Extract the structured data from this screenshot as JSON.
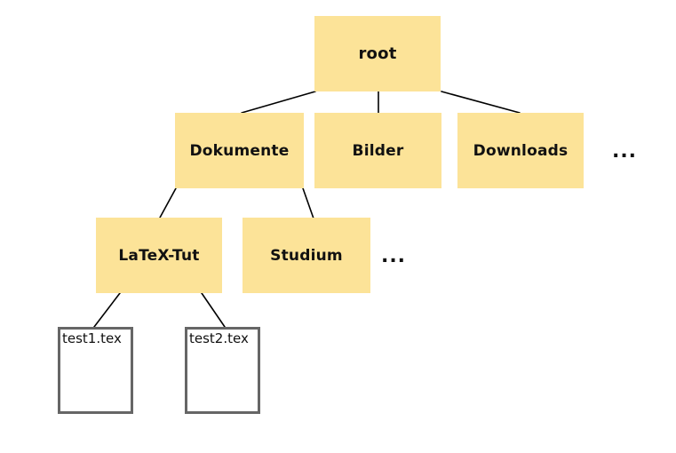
{
  "colors": {
    "background": "#ffffff",
    "folder_fill": "#fce398",
    "folder_text": "#111111",
    "file_fill": "#ffffff",
    "file_border": "#666666",
    "edge": "#000000"
  },
  "nodes": {
    "root": {
      "label": "root",
      "type": "folder"
    },
    "dokumente": {
      "label": "Dokumente",
      "type": "folder"
    },
    "bilder": {
      "label": "Bilder",
      "type": "folder"
    },
    "downloads": {
      "label": "Downloads",
      "type": "folder"
    },
    "more_level2": {
      "label": "...",
      "type": "ellipsis"
    },
    "latex_tut": {
      "label": "LaTeX-Tut",
      "type": "folder"
    },
    "studium": {
      "label": "Studium",
      "type": "folder"
    },
    "more_level3": {
      "label": "...",
      "type": "ellipsis"
    },
    "test1": {
      "label": "test1.tex",
      "type": "file"
    },
    "test2": {
      "label": "test2.tex",
      "type": "file"
    }
  },
  "edges": [
    {
      "from": "root",
      "to": "dokumente"
    },
    {
      "from": "root",
      "to": "bilder"
    },
    {
      "from": "root",
      "to": "downloads"
    },
    {
      "from": "dokumente",
      "to": "latex_tut"
    },
    {
      "from": "dokumente",
      "to": "studium"
    },
    {
      "from": "latex_tut",
      "to": "test1"
    },
    {
      "from": "latex_tut",
      "to": "test2"
    }
  ]
}
